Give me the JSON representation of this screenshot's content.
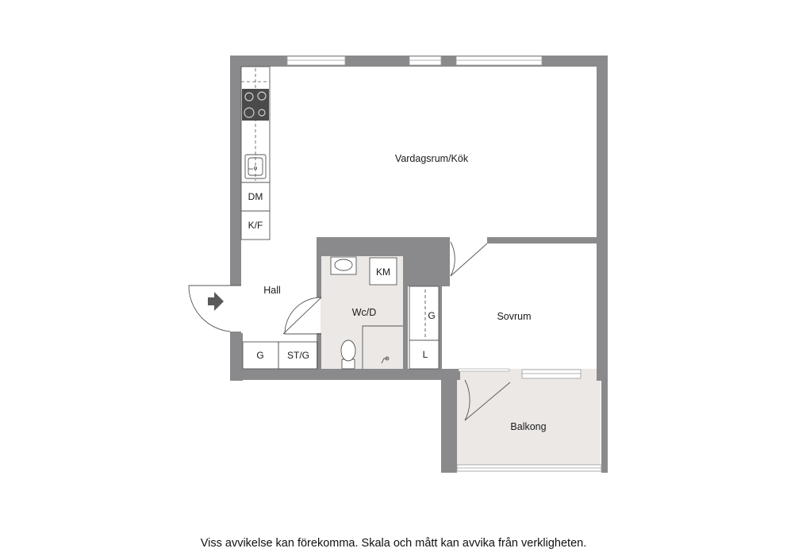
{
  "rooms": {
    "living_kitchen": "Vardagsrum/Kök",
    "hall": "Hall",
    "wc": "Wc/D",
    "bedroom": "Sovrum",
    "balcony": "Balkong"
  },
  "fixtures": {
    "dishwasher": "DM",
    "fridge_freezer": "K/F",
    "washing_machine": "KM",
    "wardrobe_bedroom": "G",
    "linen_closet": "L",
    "wardrobe_hall": "G",
    "storage_hall": "ST/G"
  },
  "disclaimer": "Viss avvikelse kan förekomma. Skala och mått kan avvika från verkligheten.",
  "colors": {
    "wall": "#8a8a8c",
    "wet_room_floor": "#ece8e5",
    "balcony_floor": "#ece8e5",
    "stove": "#4a4a4a"
  }
}
